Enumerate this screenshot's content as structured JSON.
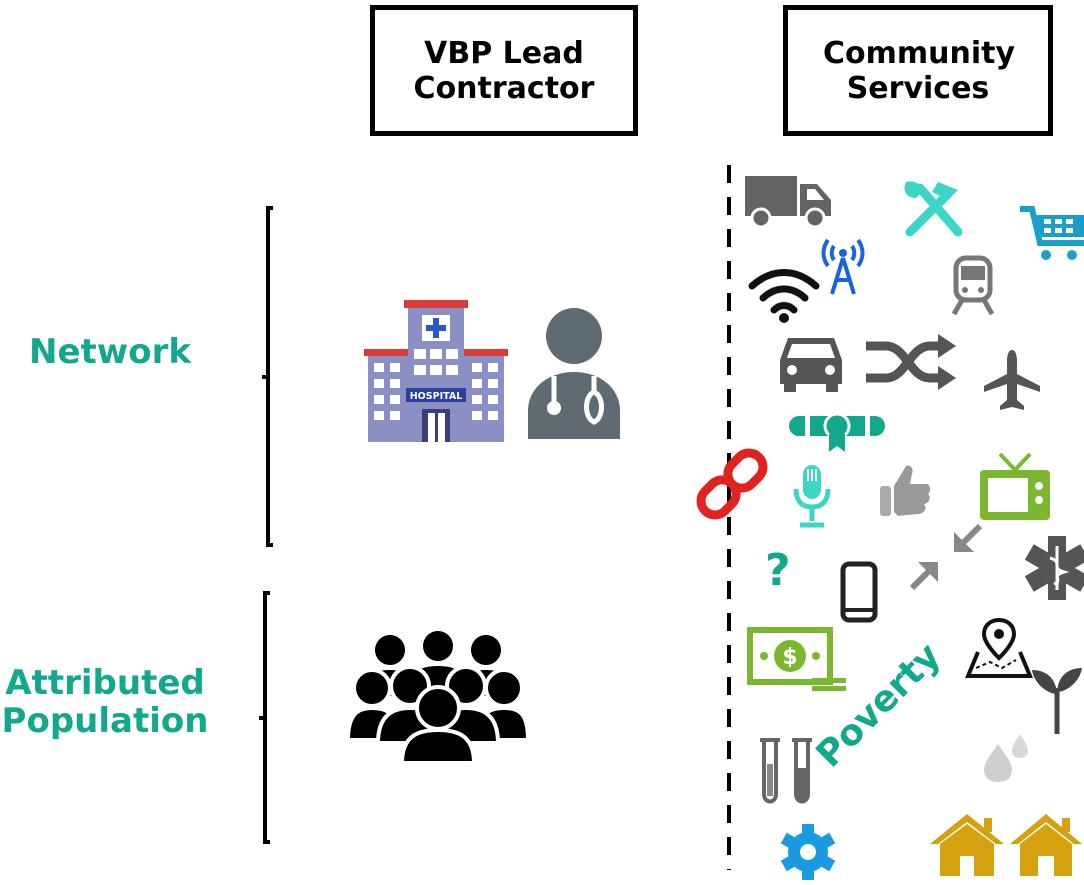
{
  "header": {
    "lead_contractor": "VBP Lead Contractor",
    "community_services": "Community Services"
  },
  "rows": {
    "network": "Network",
    "attributed_population_line1": "Attributed",
    "attributed_population_line2": "Population"
  },
  "network_icons": {
    "hospital_sign": "HOSPITAL"
  },
  "community_icons": {
    "poverty_label": "Poverty",
    "question_mark": "?"
  },
  "colors": {
    "teal": "#12a88c",
    "gray": "#646464",
    "light_gray": "#9a9a9a",
    "turquoise": "#3dd6c6",
    "blue": "#1a64d6",
    "green": "#7cb82f",
    "red": "#e0231f",
    "gold": "#d4a20e",
    "sky_blue": "#1a9ae0"
  }
}
